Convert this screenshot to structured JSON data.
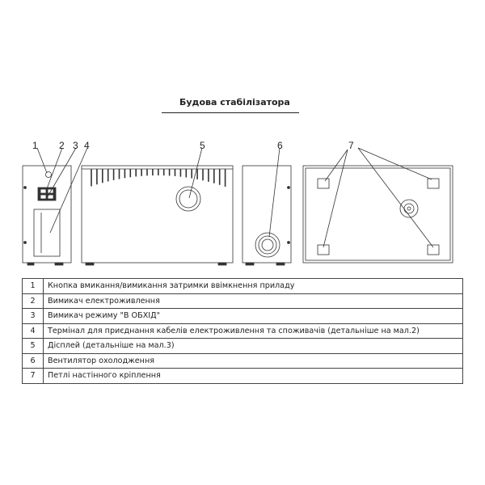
{
  "title": "Будова стабілізатора",
  "callouts": [
    "1",
    "2",
    "3",
    "4",
    "5",
    "6",
    "7"
  ],
  "rows": [
    {
      "num": "1",
      "text": "Кнопка вмикання/вимикання затримки ввімкнення приладу"
    },
    {
      "num": "2",
      "text": "Вимикач електроживлення"
    },
    {
      "num": "3",
      "text": "Вимикач режиму \"В ОБХІД\""
    },
    {
      "num": "4",
      "text": "Термінал для приєднання кабелів електроживлення та споживачів (детальніше на мал.2)"
    },
    {
      "num": "5",
      "text": "Дісплей (детальніше на мал.3)"
    },
    {
      "num": "6",
      "text": "Вентилятор охолодження"
    },
    {
      "num": "7",
      "text": "Петлі настінного кріплення"
    }
  ]
}
